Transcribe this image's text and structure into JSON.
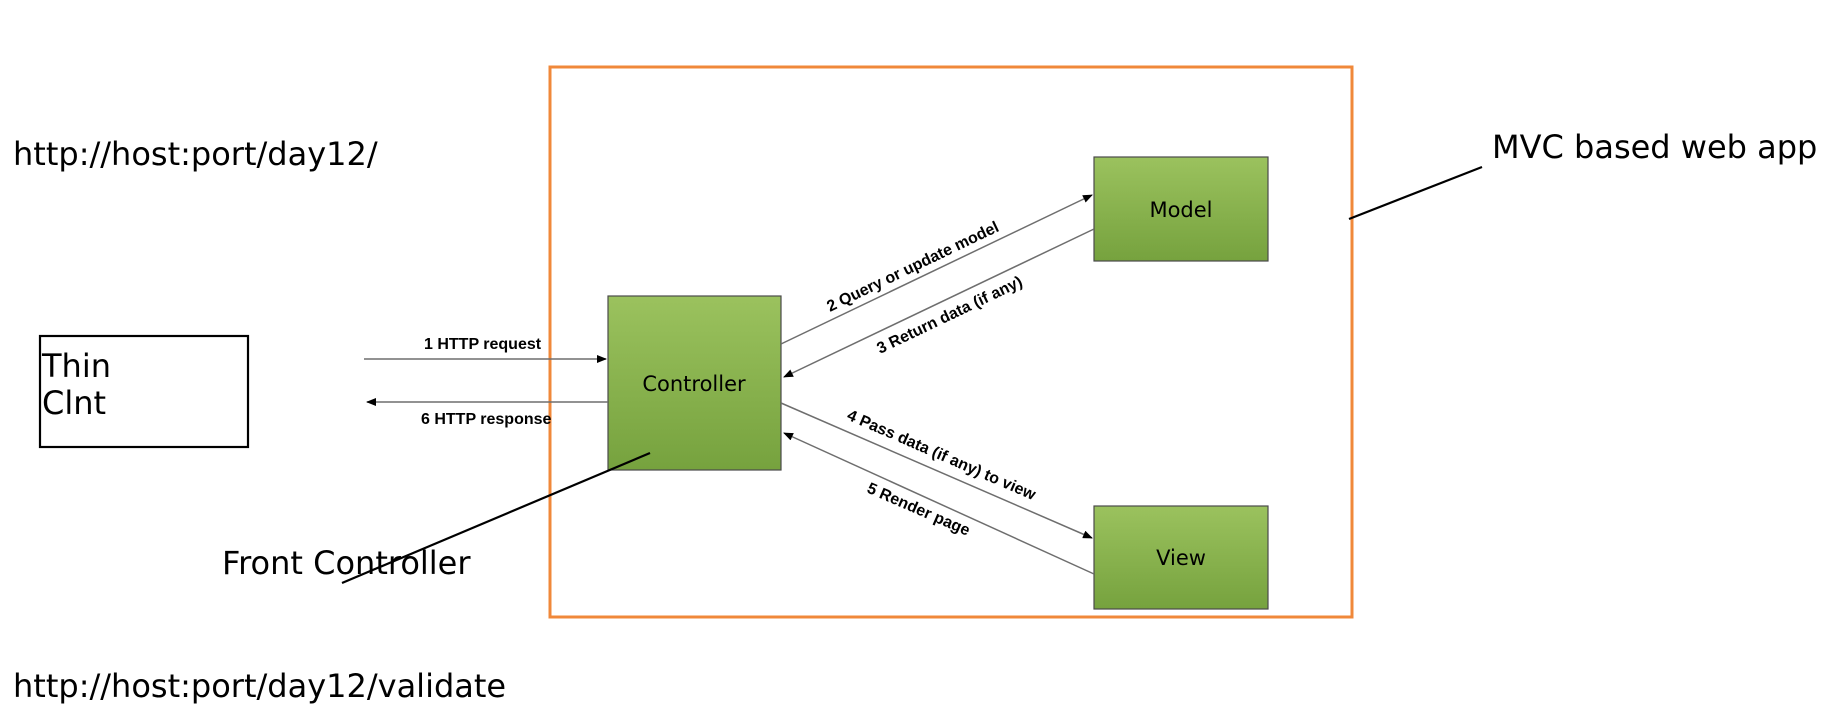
{
  "annotations": {
    "base_url": "http://host:port/day12/",
    "validate_url": "http://host:port/day12/validate",
    "app_label": "MVC based web app",
    "front_controller_label": "Front Controller"
  },
  "client": {
    "line1": "Thin",
    "line2": "Clnt"
  },
  "components": {
    "controller": "Controller",
    "model": "Model",
    "view": "View"
  },
  "flows": {
    "step1": "1 HTTP request",
    "step2": "2 Query or update model",
    "step3": "3 Return data (if any)",
    "step4": "4 Pass data (if any) to view",
    "step5": "5 Render page",
    "step6": "6 HTTP response"
  },
  "colors": {
    "app_border": "#f0883a",
    "component_fill_top": "#9bc25e",
    "component_fill_bottom": "#76a23e",
    "component_border": "#4a4a4a"
  }
}
